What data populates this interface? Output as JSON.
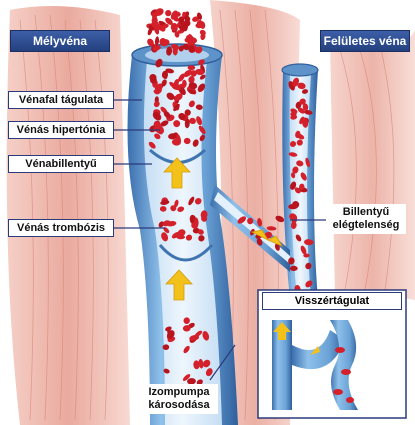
{
  "headers": {
    "deep_vein": "Mélyvéna",
    "superficial_vein": "Felületes véna"
  },
  "labels": {
    "wall_dilation": "Vénafal tágulata",
    "venous_hypertension": "Vénás hipertónia",
    "venous_valve": "Vénabillentyű",
    "venous_thrombosis": "Vénás trombózis",
    "valve_insufficiency_line1": "Billentyű",
    "valve_insufficiency_line2": "elégtelenség",
    "varicose_veins": "Visszértágulat",
    "muscle_pump_line1": "Izompumpa",
    "muscle_pump_line2": "károsodása"
  },
  "colors": {
    "header_bg": "#2c4a8f",
    "vein": "#6aa2d6",
    "vein_dark": "#3f74b0",
    "blood": "#d4202a",
    "muscle": "#e9a79a",
    "arrow": "#f2c21a"
  }
}
